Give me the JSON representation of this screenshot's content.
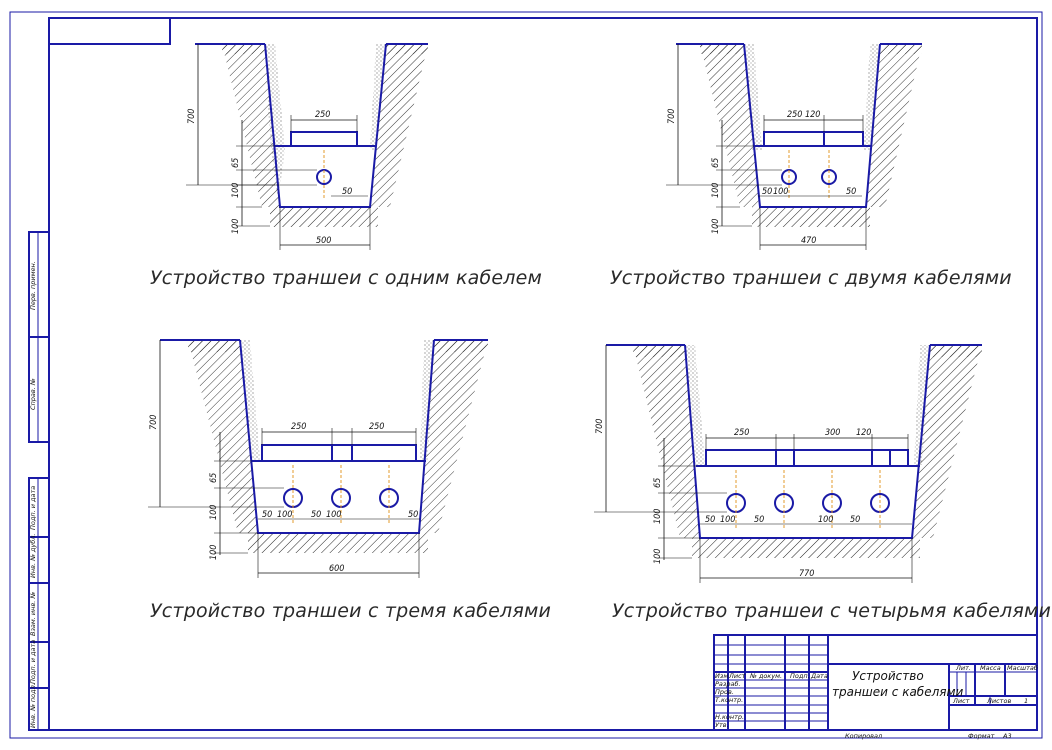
{
  "captions": {
    "one": "Устройство траншеи с одним кабелем",
    "two": "Устройство траншеи с двумя кабелями",
    "three": "Устройство траншеи с тремя кабелями",
    "four": "Устройство траншеи с четырьмя кабелями"
  },
  "dims": {
    "t1": {
      "depth": "700",
      "d65": "65",
      "d100a": "100",
      "d100b": "100",
      "brick": "250",
      "spacing": "50",
      "width": "500"
    },
    "t2": {
      "depth": "700",
      "d65": "65",
      "d100a": "100",
      "d100b": "100",
      "brick": "250",
      "brick2": "120",
      "s50": "50",
      "s100": "100",
      "s50b": "50",
      "width": "470"
    },
    "t3": {
      "depth": "700",
      "d65": "65",
      "d100a": "100",
      "d100b": "100",
      "brick1": "250",
      "brick2": "250",
      "s1": "50",
      "s2": "100",
      "s3": "50",
      "s4": "100",
      "s5": "50",
      "width": "600"
    },
    "t4": {
      "depth": "700",
      "d65": "65",
      "d100a": "100",
      "d100b": "100",
      "brick1": "250",
      "brick2": "300",
      "brick3": "120",
      "s1": "50",
      "s2": "100",
      "s3": "50",
      "s4": "100",
      "s5": "50",
      "width": "770"
    }
  },
  "title_block": {
    "title_line1": "Устройство",
    "title_line2": "траншеи с кабелями",
    "col_izm": "Изм",
    "col_list": "Лист",
    "col_doc": "№ докум.",
    "col_podp": "Подп.",
    "col_data": "Дата",
    "row_razrab": "Разраб.",
    "row_prov": "Пров.",
    "row_tkontr": "Т.контр.",
    "row_nkontr": "Н.контр.",
    "row_utv": "Утв.",
    "lit": "Лит.",
    "massa": "Масса",
    "masshtab": "Масштаб",
    "list": "Лист",
    "listov": "Листов",
    "listov_val": "1",
    "kopiroval": "Копировал",
    "format": "Формат",
    "format_val": "А3"
  },
  "side_stamps": {
    "perv_primen": "Перв. примен.",
    "sprav_no": "Справ. №",
    "podp_data_1": "Подп. и дата",
    "inv_dubl": "Инв. № дубл.",
    "vzam_inv": "Взам. инв. №",
    "podp_data_2": "Подп. и дата",
    "inv_podl": "Инв. № подл."
  },
  "colors": {
    "frame": "#1a1aa6",
    "hatch": "#222222",
    "axis": "#e39b2c",
    "dim": "#111111"
  }
}
